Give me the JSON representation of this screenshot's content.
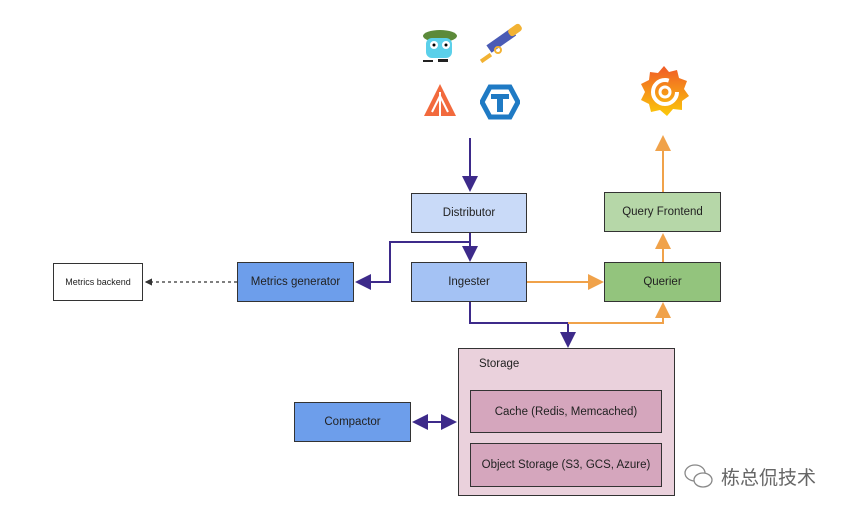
{
  "nodes": {
    "distributor": "Distributor",
    "ingester": "Ingester",
    "metrics_generator": "Metrics generator",
    "metrics_backend": "Metrics backend",
    "query_frontend": "Query Frontend",
    "querier": "Querier",
    "storage": "Storage",
    "cache": "Cache (Redis, Memcached)",
    "object_storage": "Object Storage (S3, GCS, Azure)",
    "compactor": "Compactor"
  },
  "colors": {
    "write_path": "#3d2a8a",
    "read_path": "#f0a24a",
    "distributor": "#c9daf8",
    "ingester": "#a4c2f4",
    "metrics_generator": "#6d9eeb",
    "compactor": "#6d9eeb",
    "query_frontend": "#b6d7a8",
    "querier": "#93c47d",
    "storage": "#ead1dc",
    "storage_inner": "#d5a6bd"
  },
  "icons": [
    "gopher-icon",
    "telescope-icon",
    "arrow-logo-icon",
    "tempo-t-icon",
    "grafana-icon"
  ],
  "watermark": "栋总侃技术"
}
